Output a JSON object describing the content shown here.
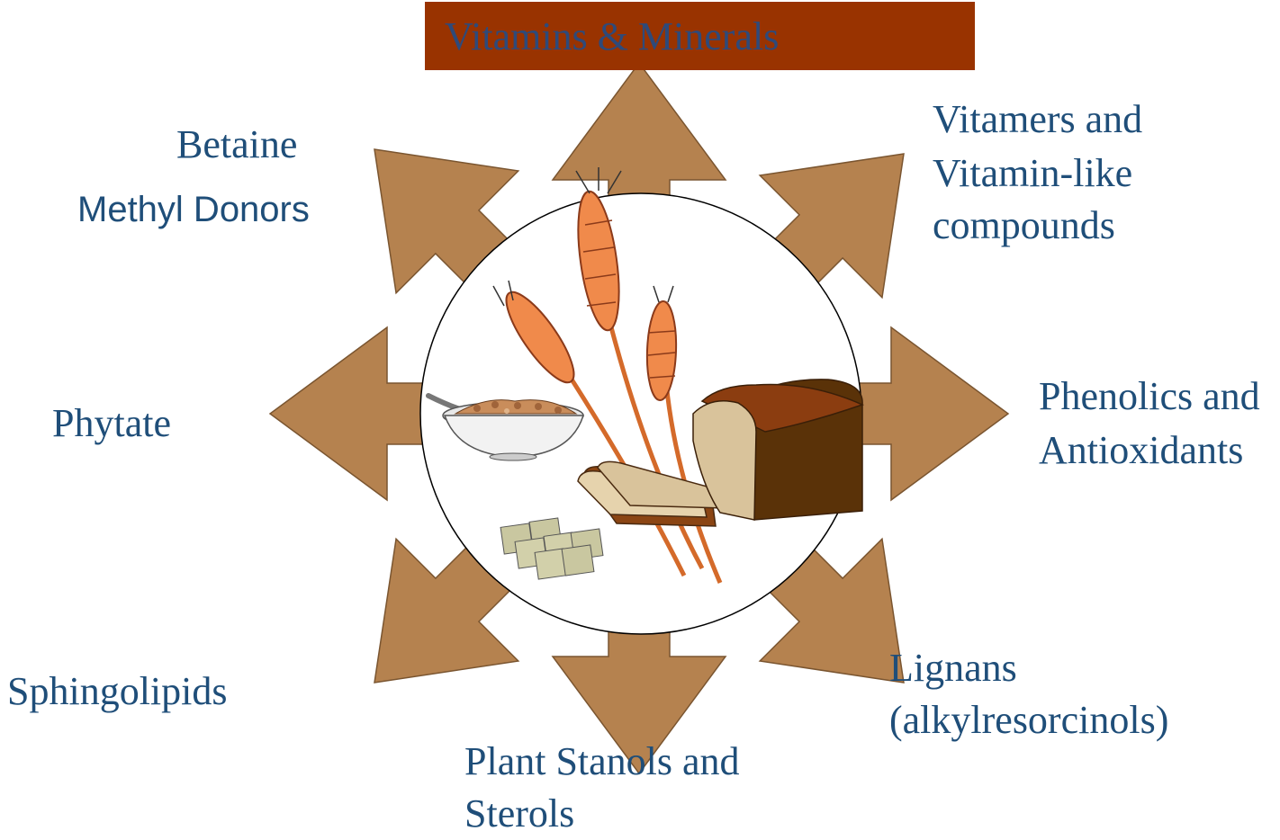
{
  "colors": {
    "arrow_fill": "#b5824f",
    "banner_fill": "#993300",
    "label_text": "#1f4e79",
    "banner_text": "#2e4a7a",
    "wheat_fill": "#f08a4b",
    "bread_crust": "#8b4513"
  },
  "center": {
    "icon": "whole-grain-foods-illustration"
  },
  "labels": {
    "top_banner": "Vitamins & Minerals",
    "betaine": "Betaine",
    "methyl_donors": "Methyl Donors",
    "vitamers_line1": "Vitamers and",
    "vitamers_line2": "Vitamin-like",
    "vitamers_line3": "compounds",
    "phytate": "Phytate",
    "phenolics_line1": "Phenolics and",
    "phenolics_line2": "Antioxidants",
    "sphingolipids": "Sphingolipids",
    "lignans_line1": "Lignans",
    "lignans_line2": "(alkylresorcinols)",
    "stanols_line1": "Plant Stanols and",
    "stanols_line2": "Sterols"
  }
}
